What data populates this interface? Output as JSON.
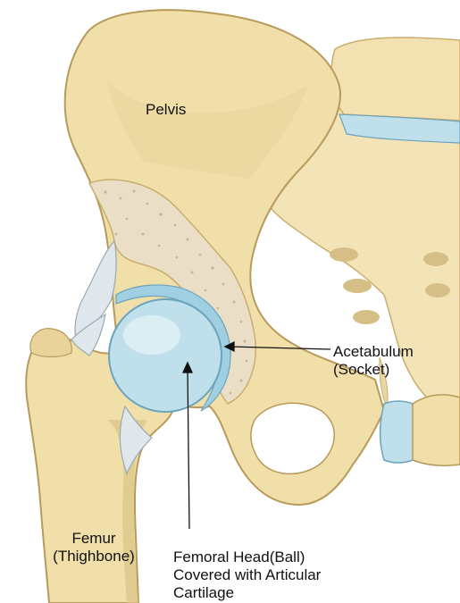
{
  "labels": {
    "pelvis": "Pelvis",
    "acetabulum": {
      "line1": "Acetabulum",
      "line2": "(Socket)"
    },
    "femur": {
      "line1": "Femur",
      "line2": "(Thighbone)"
    },
    "femoral_head": {
      "line1": "Femoral Head(Ball)",
      "line2": "Covered with Articular",
      "line3": "Cartilage"
    }
  },
  "colors": {
    "bone": "#f1dfaa",
    "bone_shadow": "#d9c285",
    "bone_outline": "#b89a5a",
    "cancellous": "#eadfc6",
    "cartilage": "#bfe0ea",
    "cartilage_outline": "#6aa3bd",
    "ligament": "#dfe7ec",
    "leader_line": "#111111"
  }
}
